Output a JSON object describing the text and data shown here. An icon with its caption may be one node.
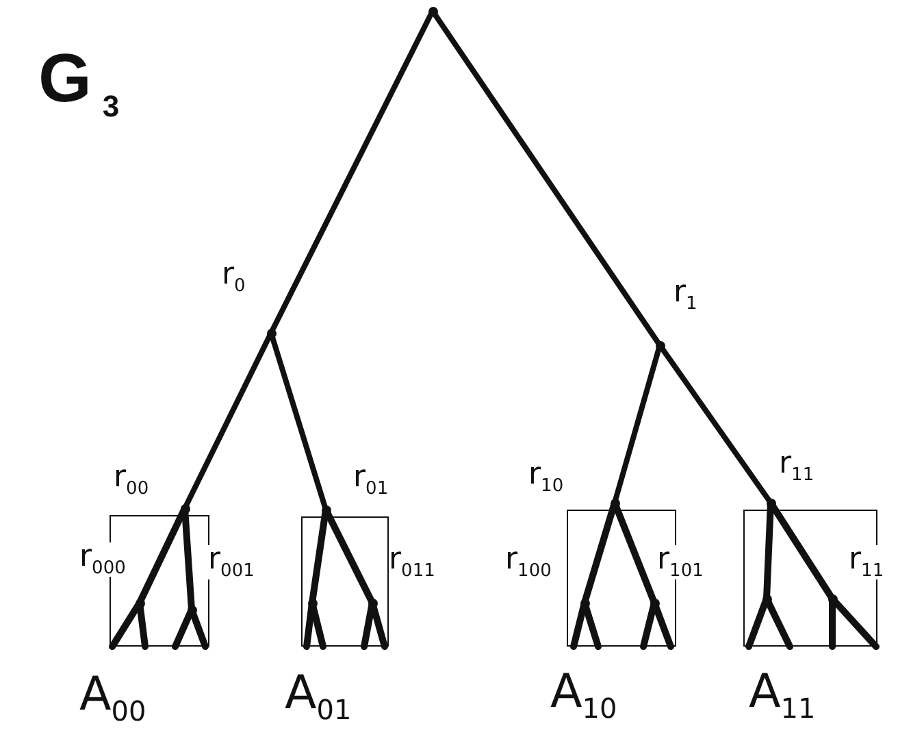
{
  "diagram": {
    "title": "G$_{3}$",
    "nodes": [
      {
        "text": [],
        "shape": "point"
      },
      {
        "text": [],
        "shape": "point",
        "beside": [
          "r$_{0}$"
        ]
      },
      {
        "text": [],
        "shape": "point",
        "beside": [
          "r$_{1}$"
        ]
      },
      {
        "text": [],
        "shape": "point",
        "beside": [
          "r$_{00}$"
        ]
      },
      {
        "text": [],
        "shape": "point",
        "beside": [
          "r$_{01}$"
        ]
      },
      {
        "text": [],
        "shape": "point",
        "beside": [
          "r$_{10}$"
        ]
      },
      {
        "text": [],
        "shape": "point",
        "beside": [
          "r$_{11}$"
        ]
      },
      {
        "text": [
          "A$_{00}$"
        ]
      },
      {
        "text": [],
        "shape": "point",
        "in": 7,
        "beside": [
          "r$_{000}$"
        ]
      },
      {
        "text": [],
        "shape": "point",
        "in": 7,
        "beside": [
          "r$_{001}$"
        ]
      },
      {
        "text": [
          "A$_{01}$"
        ]
      },
      {
        "text": [],
        "shape": "point",
        "in": 10
      },
      {
        "text": [],
        "shape": "point",
        "in": 10,
        "beside": [
          "r$_{011}$"
        ]
      },
      {
        "text": [
          "A$_{10}$"
        ]
      },
      {
        "text": [],
        "shape": "point",
        "in": 13,
        "beside": [
          "r$_{100}$"
        ]
      },
      {
        "text": [],
        "shape": "point",
        "in": 13,
        "beside": [
          "r$_{101}$"
        ]
      },
      {
        "text": [
          "A$_{11}$"
        ]
      },
      {
        "text": [],
        "shape": "point",
        "in": 16
      },
      {
        "text": [],
        "shape": "point",
        "in": 16,
        "beside": [
          "r$_{11}$"
        ]
      }
    ],
    "edges": [
      {
        "from": 0,
        "to": 1,
        "arrow": "none"
      },
      {
        "from": 0,
        "to": 2,
        "arrow": "none"
      },
      {
        "from": 1,
        "to": 3,
        "arrow": "none"
      },
      {
        "from": 1,
        "to": 4,
        "arrow": "none"
      },
      {
        "from": 2,
        "to": 5,
        "arrow": "none"
      },
      {
        "from": 2,
        "to": 6,
        "arrow": "none"
      },
      {
        "from": 3,
        "to": 8,
        "arrow": "none"
      },
      {
        "from": 3,
        "to": 9,
        "arrow": "none"
      },
      {
        "from": 4,
        "to": 11,
        "arrow": "none"
      },
      {
        "from": 4,
        "to": 12,
        "arrow": "none"
      },
      {
        "from": 5,
        "to": 14,
        "arrow": "none"
      },
      {
        "from": 5,
        "to": 15,
        "arrow": "none"
      },
      {
        "from": 6,
        "to": 17,
        "arrow": "none"
      },
      {
        "from": 6,
        "to": 18,
        "arrow": "none"
      },
      {
        "from": 8,
        "to": null,
        "arrow": "none"
      },
      {
        "from": 8,
        "to": null,
        "arrow": "none"
      },
      {
        "from": 9,
        "to": null,
        "arrow": "none"
      },
      {
        "from": 9,
        "to": null,
        "arrow": "none"
      },
      {
        "from": 11,
        "to": null,
        "arrow": "none"
      },
      {
        "from": 11,
        "to": null,
        "arrow": "none"
      },
      {
        "from": 12,
        "to": null,
        "arrow": "none"
      },
      {
        "from": 12,
        "to": null,
        "arrow": "none"
      },
      {
        "from": 14,
        "to": null,
        "arrow": "none"
      },
      {
        "from": 14,
        "to": null,
        "arrow": "none"
      },
      {
        "from": 15,
        "to": null,
        "arrow": "none"
      },
      {
        "from": 15,
        "to": null,
        "arrow": "none"
      },
      {
        "from": 17,
        "to": null,
        "arrow": "none"
      },
      {
        "from": 17,
        "to": null,
        "arrow": "none"
      },
      {
        "from": 18,
        "to": null,
        "arrow": "none"
      },
      {
        "from": 18,
        "to": null,
        "arrow": "none"
      }
    ]
  }
}
